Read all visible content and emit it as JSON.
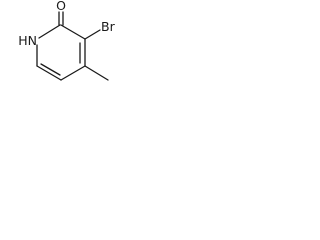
{
  "molecule": {
    "atoms": {
      "oxygen": "O",
      "bromine": "Br",
      "nitrogen_h": "HN"
    },
    "colors": {
      "line": "#1a1a1a",
      "background": "#ffffff"
    }
  }
}
